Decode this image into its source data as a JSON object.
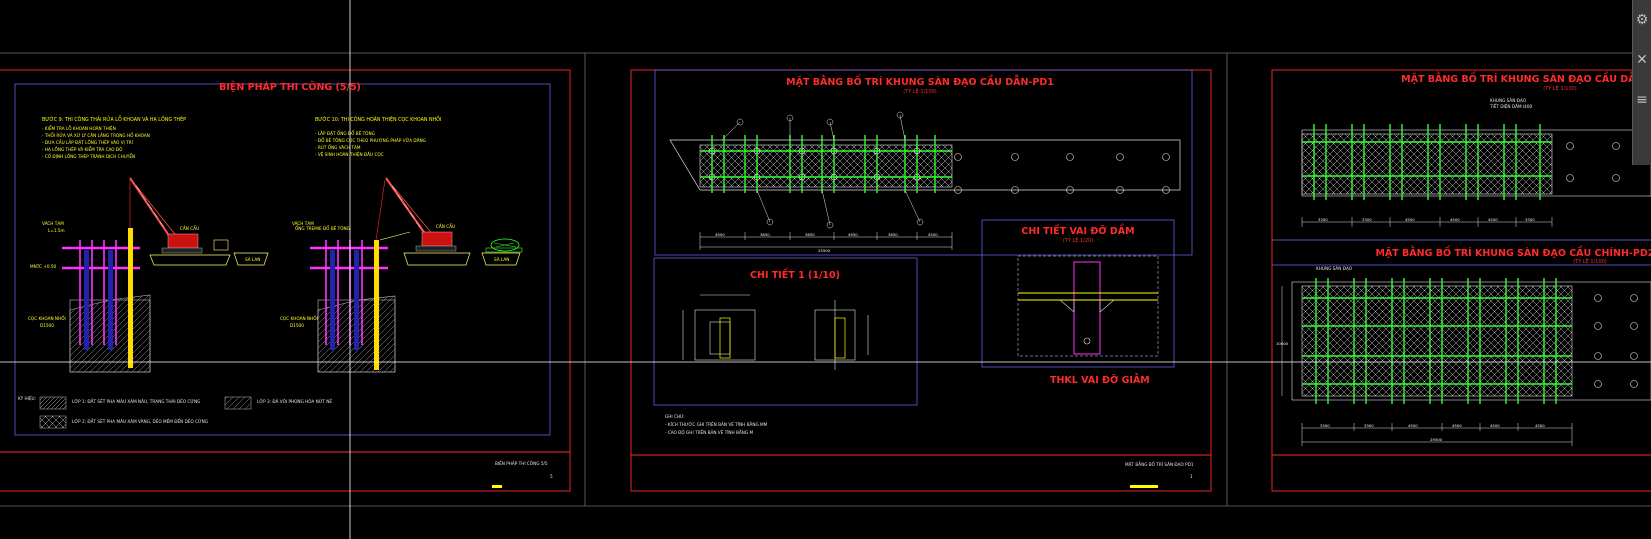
{
  "colors": {
    "background": "#000000",
    "sheet_border": "#ff2a2a",
    "title_red": "#ff2a2a",
    "pile_green": "#33ff33",
    "note_yellow": "#ffff00",
    "frame_blue": "#6b6bff",
    "crosshair": "#ffffff"
  },
  "sheet1": {
    "title": "BIỆN PHÁP THI CÔNG (5/5)",
    "step1_title": "BƯỚC 9: THI CÔNG THẢI RỬA LỖ KHOAN VÀ HẠ LỒNG THÉP",
    "step1_notes": [
      "- KIỂM TRA LỖ KHOAN HOÀN THIỆN",
      "- THỔI RỬA VÀ XỬ LÝ CẶN LẮNG TRONG HỐ KHOAN",
      "- ĐƯA CẨU LẮP ĐẶT LỒNG THÉP VÀO VỊ TRÍ",
      "- HẠ LỒNG THÉP VÀ KIỂM TRA CAO ĐỘ",
      "- CỐ ĐỊNH LỒNG THÉP TRÁNH DỊCH CHUYỂN"
    ],
    "step2_title": "BƯỚC 10: THI CÔNG HOÀN THIỆN CỌC KHOAN NHỒI",
    "step2_notes": [
      "- LẮP ĐẶT ỐNG ĐỔ BÊ TÔNG",
      "- ĐỔ BÊ TÔNG CỌC THEO PHƯƠNG PHÁP VỮA DÂNG",
      "- RÚT ỐNG VÁCH TẠM",
      "- VỆ SINH HOÀN THIỆN ĐẦU CỌC"
    ],
    "label_crane": "CẦN CẨU",
    "label_barge": "SÀ LAN",
    "label_casing": "VÁCH TẠM",
    "label_casing_size": "L=1.5m",
    "label_level": "MNTC +0.50",
    "label_pile": "CỌC KHOAN NHỒI",
    "label_pile_size": "D1500",
    "label_concrete_pipe": "ỐNG TREMIE ĐỔ BÊ TÔNG",
    "legend_title": "KÝ HIỆU:",
    "legend_1": "LỚP 1: ĐẤT SÉT PHA MÀU XÁM NÂU, TRẠNG THÁI DẺO CỨNG",
    "legend_2": "LỚP 2: ĐẤT SÉT PHA MÀU XÁM VÀNG, DẺO MỀM ĐẾN DẺO CỨNG",
    "legend_3": "LỚP 3: ĐÁ VÔI PHONG HÓA NỨT NẺ",
    "title_block": "BIỆN PHÁP THI CÔNG 5/5",
    "page_no": "5"
  },
  "sheet2": {
    "plan_title": "MẶT BẰNG BỐ TRÍ KHUNG SÀN ĐẠO CẦU DẪN-PD1",
    "plan_scale": "(TỶ LỆ 1/100)",
    "detail1_title": "CHI TIẾT 1 (1/10)",
    "detail2_title": "CHI TIẾT VAI ĐỠ DẦM",
    "detail2_scale": "(TỶ LỆ 1/20)",
    "bottom_red": "THKL VAI ĐỠ GIẰM",
    "notes_title": "GHI CHÚ:",
    "notes": [
      "- KÍCH THƯỚC GHI TRÊN BẢN VẼ TÍNH BẰNG MM",
      "- CAO ĐỘ GHI TRÊN BẢN VẼ TÍNH BẰNG M"
    ],
    "title_block": "MẶT BẰNG BỐ TRÍ SÀN ĐẠO PD1",
    "page_no": "1",
    "total_dim": "25500",
    "dims": [
      "4950",
      "3850",
      "3650",
      "4950",
      "3650",
      "4500"
    ]
  },
  "sheet3": {
    "plan1_title": "MẶT BẰNG BỐ TRÍ KHUNG SÀN ĐẠO CẦU DẪN-PD2",
    "plan1_scale": "(TỶ LỆ 1/100)",
    "plan2_title": "MẶT BẰNG BỐ TRÍ KHUNG SÀN ĐẠO CẦU CHÍNH-PD2.1",
    "plan2_scale": "(TỶ LỆ 1/100)",
    "dims1": [
      "3300",
      "3300",
      "4500",
      "4500",
      "4500",
      "3300"
    ],
    "dims2": [
      "3300",
      "3300",
      "4500",
      "4500",
      "4500",
      "4500"
    ],
    "total_dim2": "29500",
    "side_dim": "10000",
    "label_frame": "KHUNG SÀN ĐẠO",
    "label_beam": "TIẾT DIỆN DẦM I400"
  },
  "side_panel": {
    "icons": [
      "settings-icon",
      "close-icon"
    ]
  }
}
